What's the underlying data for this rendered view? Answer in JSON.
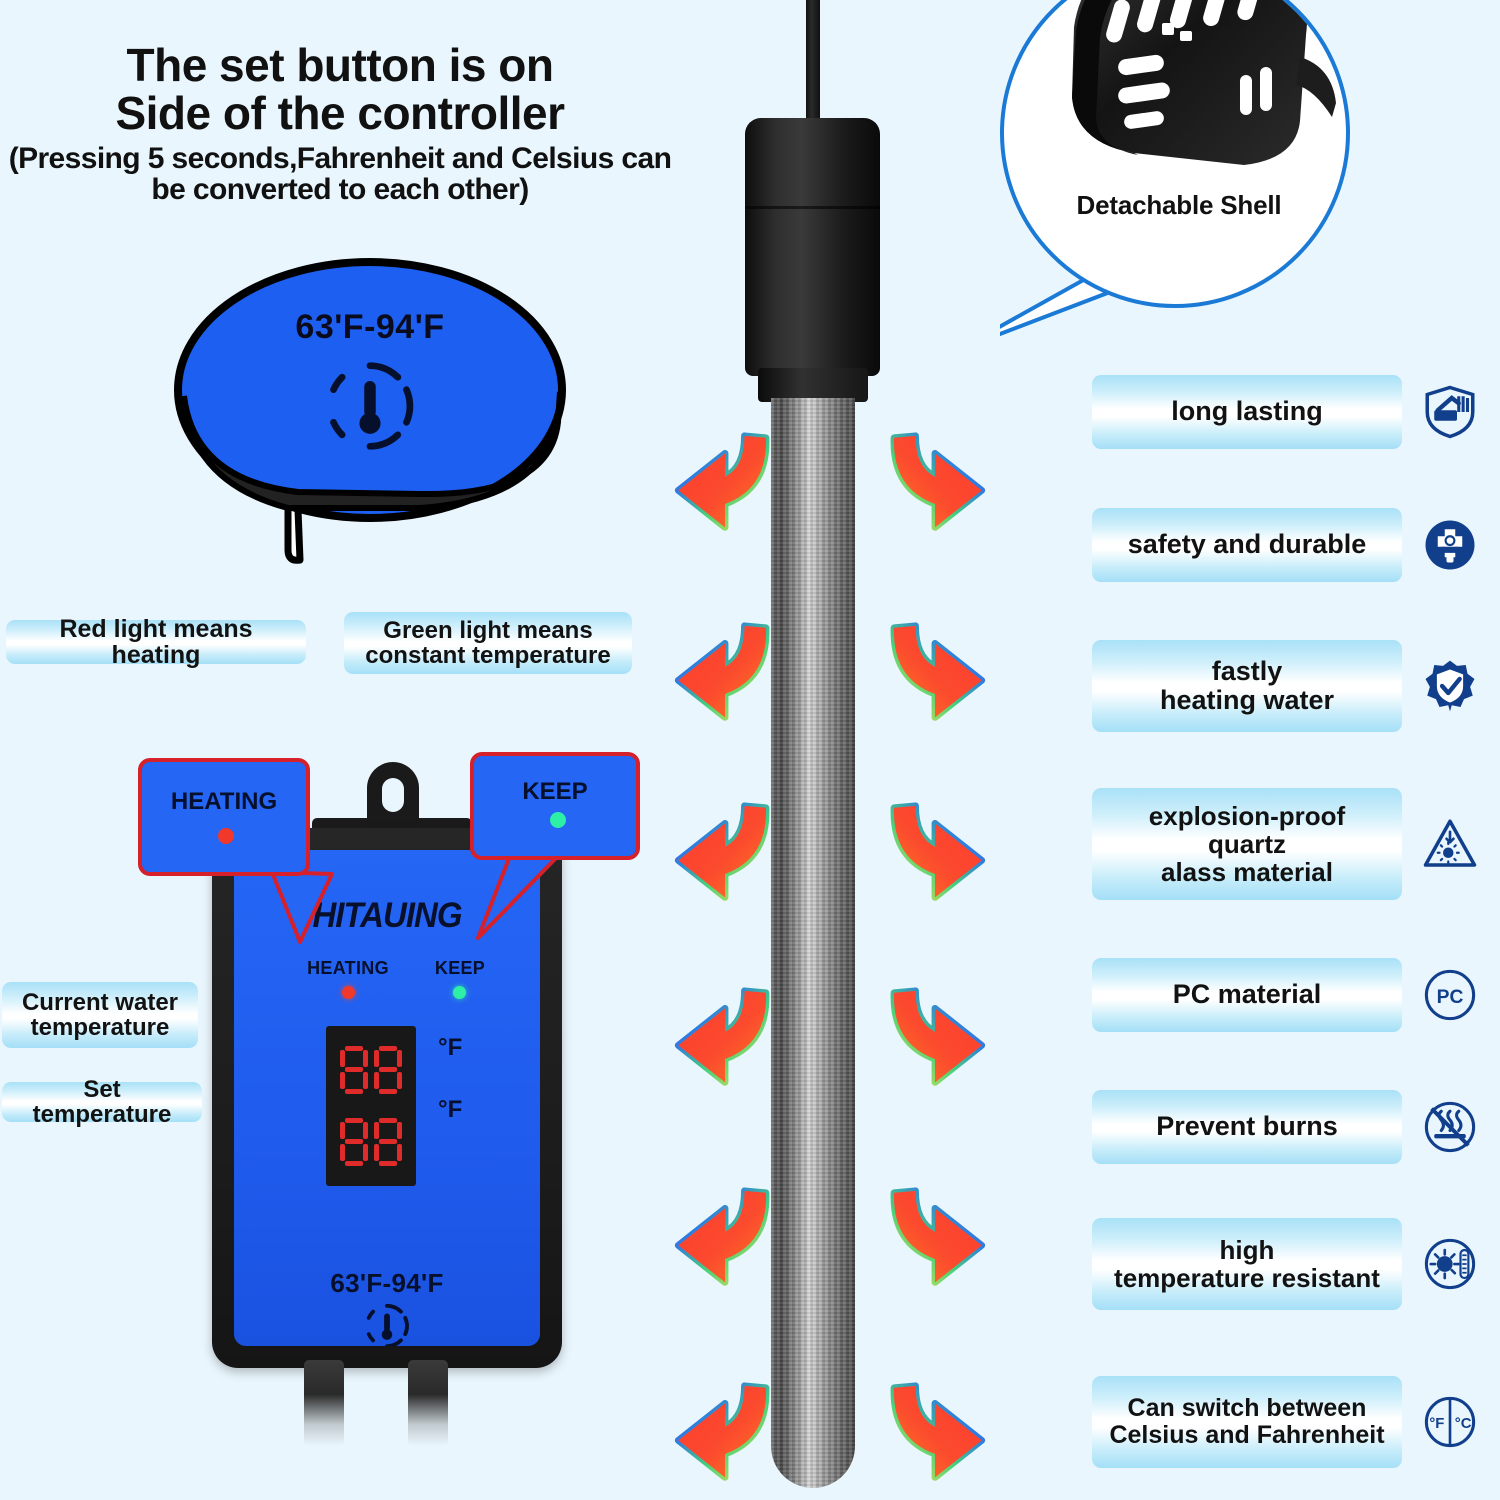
{
  "background_color": "#e9f6fd",
  "headline": {
    "line1": "The set button is on",
    "line2": "Side of the controller",
    "subtext": "(Pressing 5 seconds,Fahrenheit and Celsius can be converted to each other)"
  },
  "temp_bubble": {
    "range": "63'F-94'F",
    "icon": "thermometer-dashed-circle-icon",
    "fill_color": "#1d5ff0"
  },
  "indicator_labels": {
    "red": "Red light means heating",
    "green": "Green light means constant temperature"
  },
  "controller": {
    "brand": "HITAUING",
    "callout_heating": "HEATING",
    "callout_keep": "KEEP",
    "face_label_heating": "HEATING",
    "face_label_keep": "KEEP",
    "display_top": "88",
    "display_bottom": "88",
    "unit_top": "°F",
    "unit_bottom": "°F",
    "range": "63'F-94'F",
    "range_icon": "thermometer-dashed-circle-icon",
    "led_red_color": "#f0392b",
    "led_green_color": "#2df0a6",
    "face_color": "#1d5ff0",
    "callout_border_color": "#d6202a"
  },
  "side_labels": {
    "current": "Current water temperature",
    "set": "Set temperature"
  },
  "detachable": {
    "label": "Detachable Shell",
    "border_color": "#1a7ad6"
  },
  "features": [
    {
      "label": "long lasting",
      "icon": "shield-hammer-icon"
    },
    {
      "label": "safety and durable",
      "icon": "plug-safety-circle-icon"
    },
    {
      "label": "fastly\nheating water",
      "icon": "shield-check-icon"
    },
    {
      "label": "explosion-proof\nquartz\nalass material",
      "icon": "explosion-warning-triangle-icon"
    },
    {
      "label": "PC material",
      "icon": "pc-circle-icon"
    },
    {
      "label": "Prevent burns",
      "icon": "no-hot-surface-icon"
    },
    {
      "label": "high\ntemperature resistant",
      "icon": "high-temperature-circle-icon"
    },
    {
      "label": "Can switch between\nCelsius and Fahrenheit",
      "icon": "fahrenheit-celsius-circle-icon"
    }
  ],
  "icon_color": "#113f8c",
  "heat_arrows": {
    "count": 12,
    "color_primary": "#f8412f",
    "color_edge": "#8a2be2"
  }
}
